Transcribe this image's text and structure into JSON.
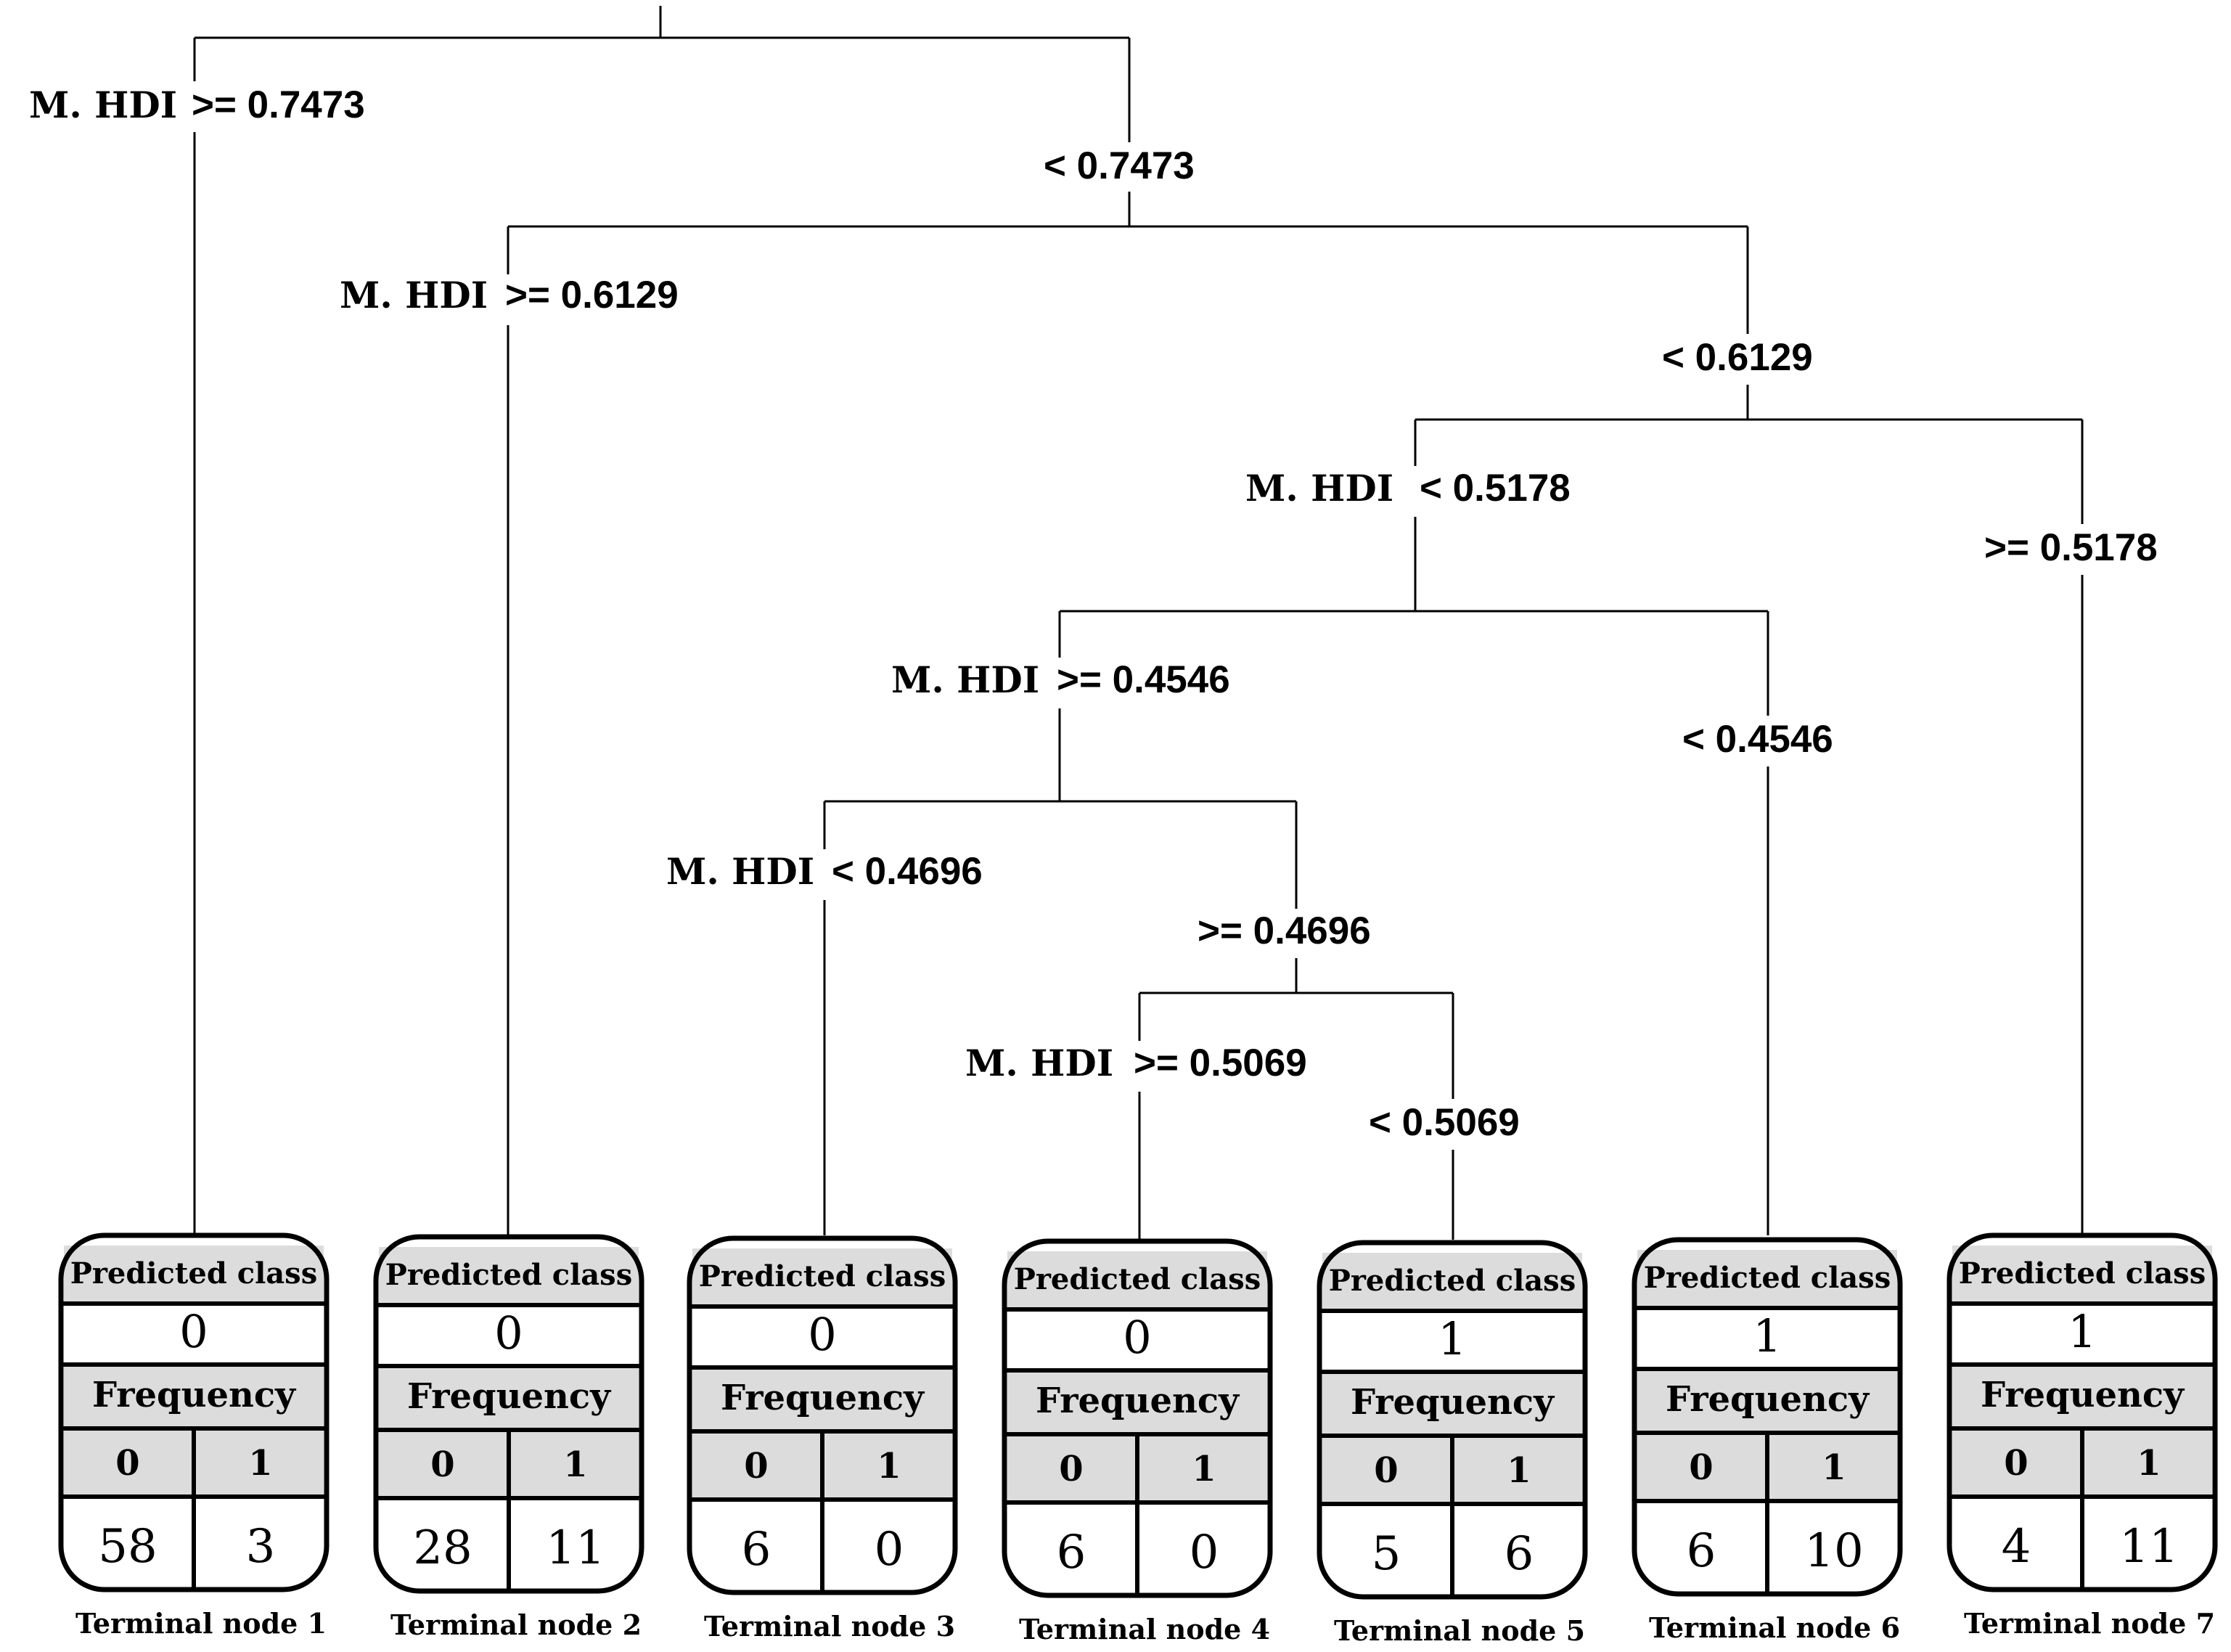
{
  "splits": [
    {
      "var": "M. HDI",
      "left": ">= 0.7473",
      "right": "< 0.7473"
    },
    {
      "var": "M. HDI",
      "left": ">= 0.6129",
      "right": "< 0.6129"
    },
    {
      "var": "M. HDI",
      "left": "< 0.5178",
      "right": ">= 0.5178"
    },
    {
      "var": "M. HDI",
      "left": ">= 0.4546",
      "right": "< 0.4546"
    },
    {
      "var": "M. HDI",
      "left": "< 0.4696",
      "right": ">= 0.4696"
    },
    {
      "var": "M. HDI",
      "left": ">= 0.5069",
      "right": "< 0.5069"
    }
  ],
  "node_labels": {
    "predicted_header": "Predicted class",
    "frequency_header": "Frequency",
    "freq_col0": "0",
    "freq_col1": "1"
  },
  "terminal_nodes": [
    {
      "name": "Terminal node 1",
      "predicted": "0",
      "freq0": "58",
      "freq1": "3"
    },
    {
      "name": "Terminal node 2",
      "predicted": "0",
      "freq0": "28",
      "freq1": "11"
    },
    {
      "name": "Terminal node 3",
      "predicted": "0",
      "freq0": "6",
      "freq1": "0"
    },
    {
      "name": "Terminal node 4",
      "predicted": "0",
      "freq0": "6",
      "freq1": "0"
    },
    {
      "name": "Terminal node 5",
      "predicted": "1",
      "freq0": "5",
      "freq1": "6"
    },
    {
      "name": "Terminal node 6",
      "predicted": "1",
      "freq0": "6",
      "freq1": "10"
    },
    {
      "name": "Terminal node 7",
      "predicted": "1",
      "freq0": "4",
      "freq1": "11"
    }
  ]
}
